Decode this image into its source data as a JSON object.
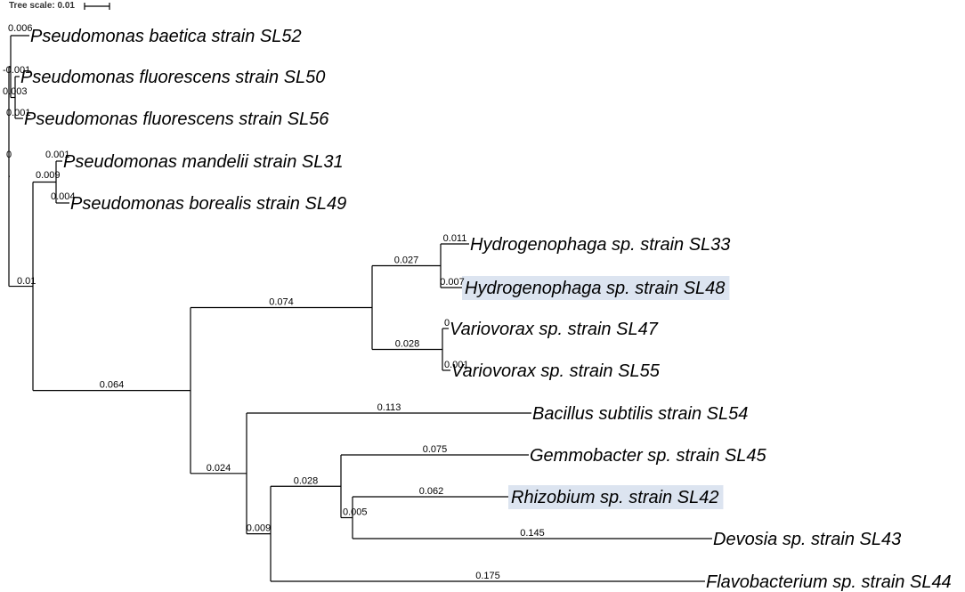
{
  "scale": {
    "label": "Tree scale: 0.01"
  },
  "highlight_color": "#dce4f0",
  "leaves": [
    {
      "id": "SL52",
      "name": "Pseudomonas baetica strain SL52",
      "highlight": false
    },
    {
      "id": "SL50",
      "name": "Pseudomonas fluorescens strain SL50",
      "highlight": false
    },
    {
      "id": "SL56",
      "name": "Pseudomonas fluorescens strain SL56",
      "highlight": false
    },
    {
      "id": "SL31",
      "name": "Pseudomonas mandelii strain SL31",
      "highlight": false
    },
    {
      "id": "SL49",
      "name": "Pseudomonas borealis strain SL49",
      "highlight": false
    },
    {
      "id": "SL33",
      "name": "Hydrogenophaga sp. strain SL33",
      "highlight": false
    },
    {
      "id": "SL48",
      "name": "Hydrogenophaga sp. strain SL48",
      "highlight": true
    },
    {
      "id": "SL47",
      "name": "Variovorax sp. strain SL47",
      "highlight": false
    },
    {
      "id": "SL55",
      "name": "Variovorax sp. strain SL55",
      "highlight": false
    },
    {
      "id": "SL54",
      "name": "Bacillus subtilis strain SL54",
      "highlight": false
    },
    {
      "id": "SL45",
      "name": "Gemmobacter sp. strain SL45",
      "highlight": false
    },
    {
      "id": "SL42",
      "name": "Rhizobium sp. strain SL42",
      "highlight": true
    },
    {
      "id": "SL43",
      "name": "Devosia sp. strain SL43",
      "highlight": false
    },
    {
      "id": "SL44",
      "name": "Flavobacterium sp. strain SL44",
      "highlight": false
    }
  ],
  "branch_labels": [
    {
      "id": "SL52",
      "text": "0.006"
    },
    {
      "id": "SL50",
      "text": "-0.001"
    },
    {
      "id": "n_fl",
      "text": "0.003"
    },
    {
      "id": "SL56",
      "text": "0.001"
    },
    {
      "id": "n_psA",
      "text": "0"
    },
    {
      "id": "SL31",
      "text": "0.001"
    },
    {
      "id": "n_mb",
      "text": "0.009"
    },
    {
      "id": "SL49",
      "text": "0.004"
    },
    {
      "id": "n_ps",
      "text": "0.01"
    },
    {
      "id": "SL33",
      "text": "0.011"
    },
    {
      "id": "n_hyd",
      "text": "0.027"
    },
    {
      "id": "SL48",
      "text": "0.007"
    },
    {
      "id": "n_beta",
      "text": "0.074"
    },
    {
      "id": "SL47",
      "text": "0"
    },
    {
      "id": "n_var",
      "text": "0.028"
    },
    {
      "id": "SL55",
      "text": "0.001"
    },
    {
      "id": "n_big",
      "text": "0.064"
    },
    {
      "id": "SL54",
      "text": "0.113"
    },
    {
      "id": "SL45",
      "text": "0.075"
    },
    {
      "id": "n_other",
      "text": "0.024"
    },
    {
      "id": "n_alpha",
      "text": "0.028"
    },
    {
      "id": "SL42",
      "text": "0.062"
    },
    {
      "id": "n_rd",
      "text": "0.005"
    },
    {
      "id": "SL43",
      "text": "0.145"
    },
    {
      "id": "n_rest",
      "text": "0.009"
    },
    {
      "id": "SL44",
      "text": "0.175"
    }
  ]
}
